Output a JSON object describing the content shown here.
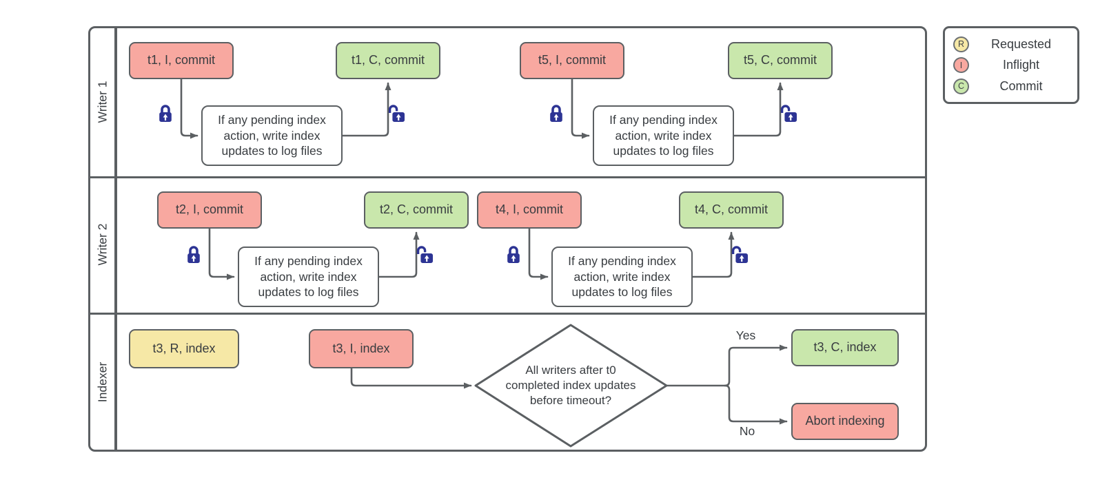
{
  "diagram": {
    "lanes": [
      "Writer 1",
      "Writer 2",
      "Indexer"
    ],
    "nodes": {
      "t1_i": "t1, I, commit",
      "t1_c": "t1, C, commit",
      "t5_i": "t5, I, commit",
      "t5_c": "t5, C, commit",
      "t2_i": "t2, I, commit",
      "t2_c": "t2, C, commit",
      "t4_i": "t4, I, commit",
      "t4_c": "t4, C, commit",
      "t3_r": "t3, R, index",
      "t3_i": "t3, I, index",
      "t3_c": "t3, C, index",
      "abort": "Abort indexing"
    },
    "process_lines": [
      "If any pending index",
      "action, write index",
      "updates to log files"
    ],
    "decision_lines": [
      "All writers after t0",
      "completed index updates",
      "before timeout?"
    ],
    "branch_labels": {
      "yes": "Yes",
      "no": "No"
    },
    "legend": {
      "items": [
        {
          "symbol": "R",
          "label": "Requested",
          "color": "#f6e8a6"
        },
        {
          "symbol": "I",
          "label": "Inflight",
          "color": "#f8a8a0"
        },
        {
          "symbol": "C",
          "label": "Commit",
          "color": "#c9e7ac"
        }
      ]
    },
    "colors": {
      "requested": "#f6e8a6",
      "inflight": "#f8a8a0",
      "commit": "#c9e7ac",
      "stroke": "#5b5f62",
      "lock": "#2d3494",
      "text": "#383c40"
    }
  }
}
